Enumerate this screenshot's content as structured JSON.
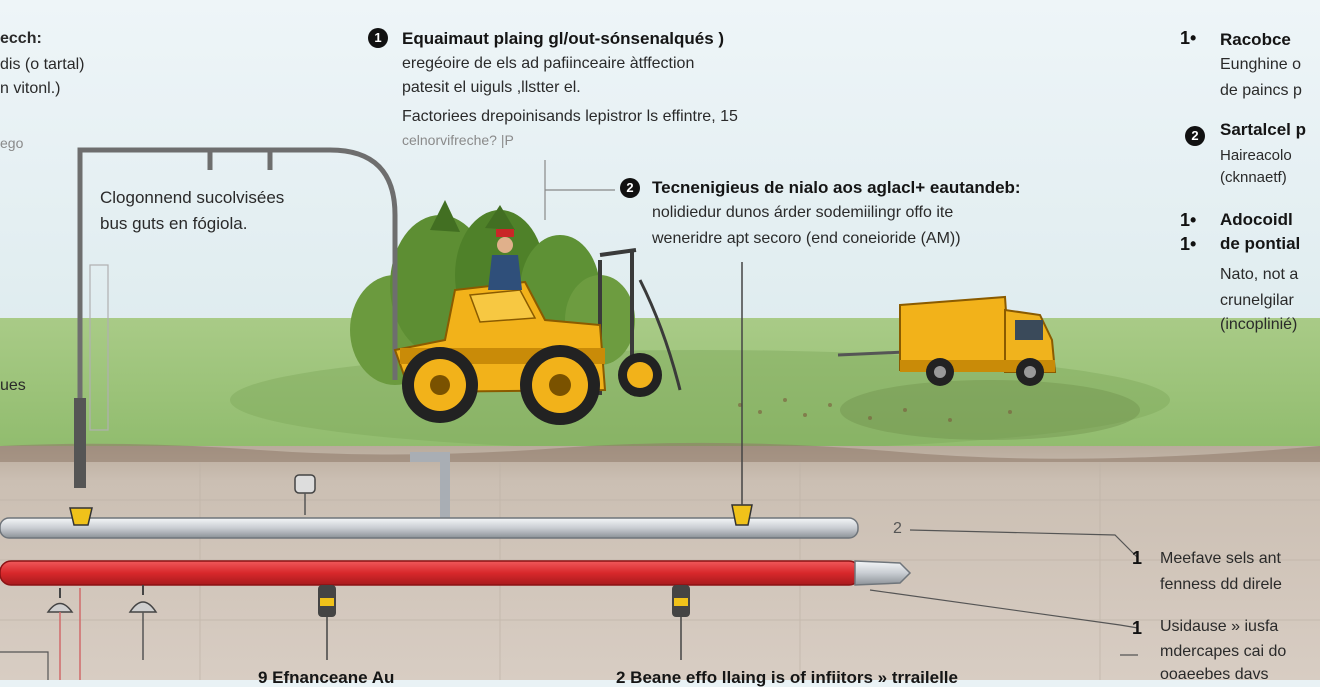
{
  "left_column": {
    "line1": "ecch:",
    "line2": "dis (o tartal)",
    "line3": "n vitonl.)",
    "line4": "ego",
    "line5": "ues"
  },
  "pipe_note": {
    "line1": "Clogonnend sucolvisées",
    "line2": "bus guts en fógiola."
  },
  "step1": {
    "badge": "1",
    "title": "Equaimaut plaing gl/out-sónsenalqués )",
    "line1": "eregéoire de els ad pafiinceaire àtffection",
    "line2": "patesit el uiguls ,llstter el.",
    "line3": "Factoriees drepoinisands lepistror ls effintre, 15",
    "line4": "celnorvifreche? |P"
  },
  "step2": {
    "badge": "2",
    "title": "Tecnenigieus de nialo aos aglacl+ eautandeb:",
    "line1": "nolidiedur dunos  árder sodemiilingr offo ite",
    "line2": "weneridre apt secoro (end coneioride (AM))"
  },
  "right_column": {
    "item1_marker": "1•",
    "item1_title": "Racobce",
    "item1_line1": "Eunghine o",
    "item1_line2": "de paincs p",
    "item2_badge": "2",
    "item2_title": "Sartalcel p",
    "item2_line1": "Haireacolo",
    "item2_line2": "(cknnaetf)",
    "item3_marker": "1•",
    "item3_title": "Adocoidl",
    "item3_marker2": "1•",
    "item3_title2": "de pontial",
    "item3_line1": "Nato, not a",
    "item3_line2": "crunelgilar",
    "item3_line3": "(incoplinié)"
  },
  "underground_notes": {
    "pointer2": "2",
    "note1_marker": "1",
    "note1_line1": "Meefave sels ant",
    "note1_line2": "fenness dd direle",
    "note2_marker": "1",
    "note2_line1": "Usidause » iusfa",
    "note2_line2": "mdercapes cai do",
    "note2_line3": "ooaeebes davs"
  },
  "bottom_labels": {
    "left": "9  Efnanceane Au",
    "right": "2  Beane effo llaing is of infiitors » trrailelle"
  },
  "colors": {
    "sky": "#e9f2f5",
    "grass": "#9cc27a",
    "soil": "#cbbeb0",
    "machine_yellow": "#f2b21a",
    "red_pipe": "#d8282b",
    "grey_pipe": "#c9cdd2"
  }
}
